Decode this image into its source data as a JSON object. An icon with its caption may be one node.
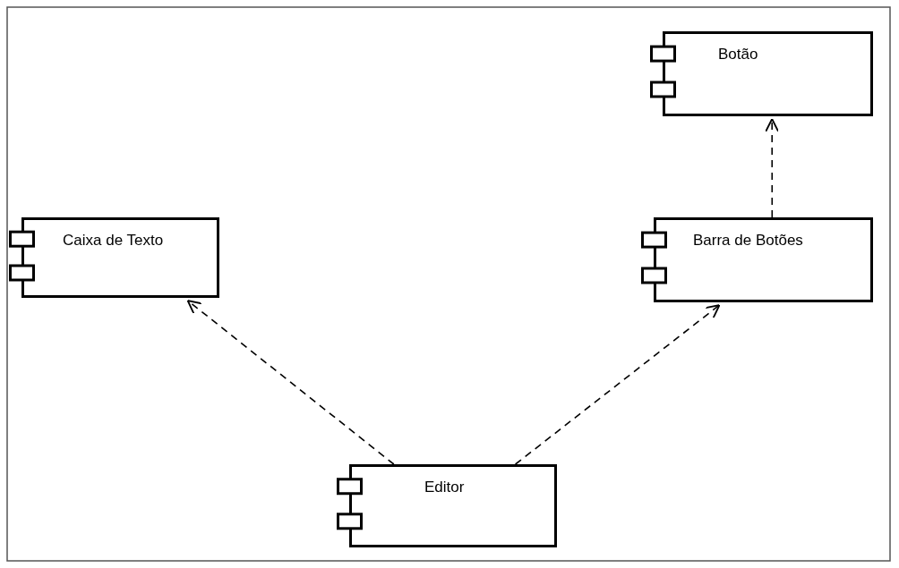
{
  "diagram": {
    "nodes": [
      {
        "text": [
          "Botão"
        ]
      },
      {
        "text": [
          "Caixa de Texto"
        ]
      },
      {
        "text": [
          "Barra de Botões"
        ]
      },
      {
        "text": [
          "Editor"
        ]
      }
    ],
    "edges": [
      {
        "from": 3,
        "to": 1,
        "arrow": "to",
        "style": "dashed"
      },
      {
        "from": 3,
        "to": 2,
        "arrow": "to",
        "style": "dashed"
      },
      {
        "from": 2,
        "to": 0,
        "arrow": "to",
        "style": "dashed"
      }
    ]
  }
}
